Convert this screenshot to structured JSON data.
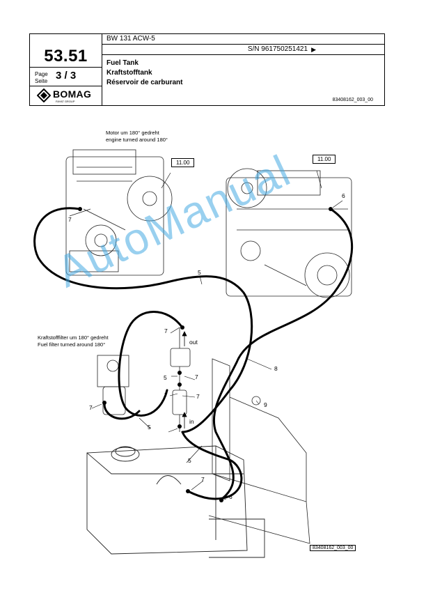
{
  "header": {
    "model": "BW 131 ACW-5",
    "serial": "S/N 961750251421",
    "serial_arrow": "▶",
    "section_code": "53.51",
    "page_label_de": "Page",
    "page_label_en": "Seite",
    "page_number": "3 / 3",
    "logo_text": "BOMAG",
    "logo_sub": "FAYAT GROUP",
    "title_en": "Fuel Tank",
    "title_de": "Kraftstofftank",
    "title_fr": "Réservoir de carburant",
    "ref_number": "83408162_003_00"
  },
  "figure": {
    "note_engine_de": "Motor um 180° gedreht",
    "note_engine_en": "engine turned around 180°",
    "note_filter_de": "Kraftstofffilter um 180° gedreht",
    "note_filter_en": "Fuel filter turned around 180°",
    "box_left": "11.00",
    "box_right": "11.00",
    "out_label": "out",
    "in_label": "in",
    "callouts": [
      "7",
      "5",
      "6",
      "7",
      "5",
      "7",
      "7",
      "7",
      "8",
      "5",
      "7",
      "9",
      "5",
      "7",
      "6"
    ],
    "figure_ref": "83408162_003_00",
    "watermark": "AutoManual"
  }
}
